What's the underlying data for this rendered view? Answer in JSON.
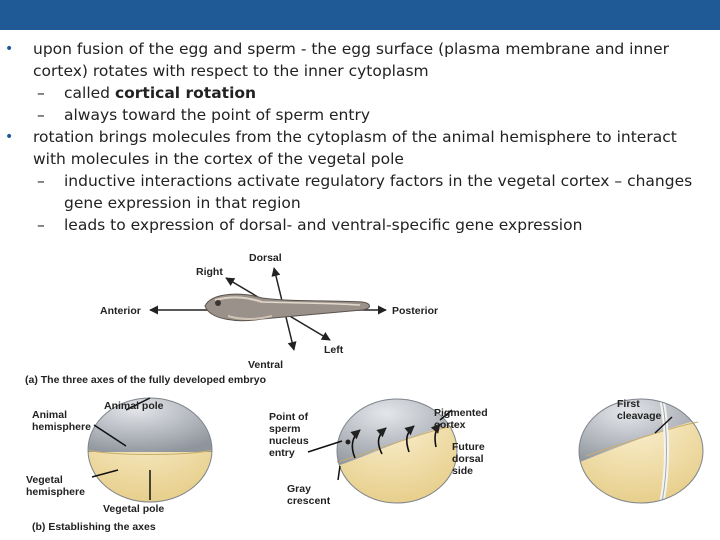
{
  "slide": {
    "bullets": [
      {
        "text": "upon fusion of the egg and sperm - the egg surface (plasma membrane and inner cortex) rotates with respect to the inner cytoplasm",
        "sub": [
          {
            "prefix": "called ",
            "bold": "cortical rotation"
          },
          {
            "prefix": "always toward the point of sperm entry",
            "bold": ""
          }
        ]
      },
      {
        "text": "rotation brings molecules from the cytoplasm of the animal hemisphere to interact with molecules in the cortex of the vegetal pole",
        "sub": [
          {
            "prefix": "inductive interactions activate regulatory factors in the vegetal cortex – changes gene expression in that region",
            "bold": ""
          },
          {
            "prefix": "leads to expression of dorsal- and ventral-specific gene expression",
            "bold": ""
          }
        ]
      }
    ]
  },
  "figure_a": {
    "dorsal": "Dorsal",
    "right": "Right",
    "anterior": "Anterior",
    "posterior": "Posterior",
    "left": "Left",
    "ventral": "Ventral",
    "caption": "(a) The three axes of the fully developed embryo"
  },
  "figure_b": {
    "animal_hemisphere": "Animal\nhemisphere",
    "animal_pole": "Animal pole",
    "vegetal_hemisphere": "Vegetal\nhemisphere",
    "vegetal_pole": "Vegetal pole",
    "caption": "(b) Establishing the axes",
    "point_of_sperm_entry": "Point of\nsperm\nnucleus\nentry",
    "gray_crescent": "Gray\ncrescent",
    "pigmented_cortex": "Pigmented\ncortex",
    "future_dorsal_side": "Future\ndorsal\nside",
    "first_cleavage": "First\ncleavage"
  },
  "colors": {
    "header_bar": "#1f5a96",
    "animal_gray": "#b8bcc2",
    "vegetal_yellow": "#f6e3b0"
  }
}
